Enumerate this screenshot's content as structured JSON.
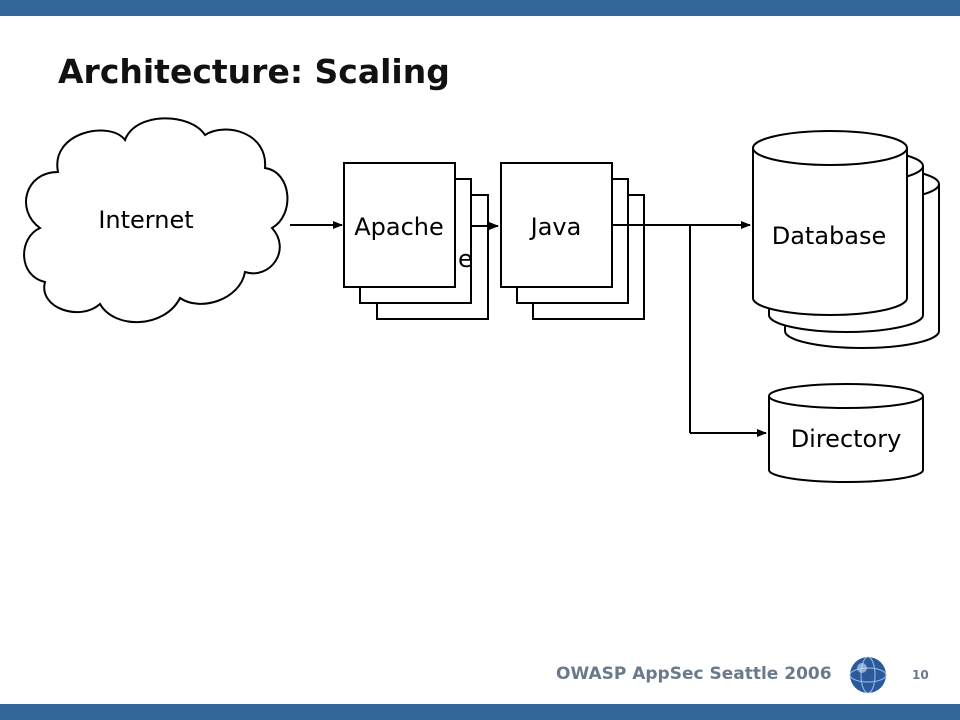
{
  "slide": {
    "title": "Architecture: Scaling",
    "footer": "OWASP AppSec Seattle 2006",
    "page_number": "10"
  },
  "diagram": {
    "nodes": {
      "internet": "Internet",
      "apache": "Apache",
      "apache_back_partial": "e",
      "java": "Java",
      "database": "Database",
      "directory": "Directory"
    }
  },
  "colors": {
    "bar": "#336699",
    "footer_text": "#6a7a8c",
    "logo": "#2a5a9a"
  }
}
